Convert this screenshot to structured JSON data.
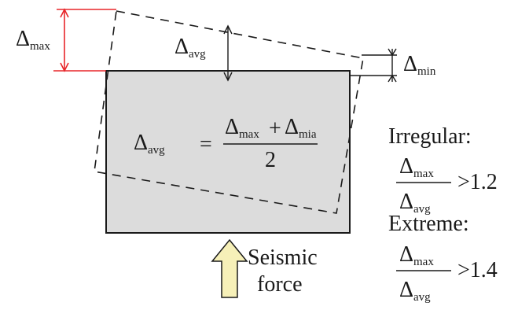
{
  "labels": {
    "delta": "Δ",
    "sub_max": "max",
    "sub_avg": "avg",
    "sub_min": "min",
    "sub_mia": "mia",
    "plus": "+",
    "equals": "=",
    "two": "2",
    "gt": ">",
    "ratio_irregular": "1.2",
    "ratio_extreme": "1.4",
    "irregular": "Irregular:",
    "extreme": "Extreme:",
    "seismic": "Seismic",
    "force": "force"
  },
  "colors": {
    "dimension_red": "#e8262a",
    "box_fill": "#dcdcdc",
    "arrow_fill": "#f6f0b8",
    "ink": "#1a1a1a"
  },
  "icons": {
    "force_arrow": "up-arrow-icon"
  }
}
